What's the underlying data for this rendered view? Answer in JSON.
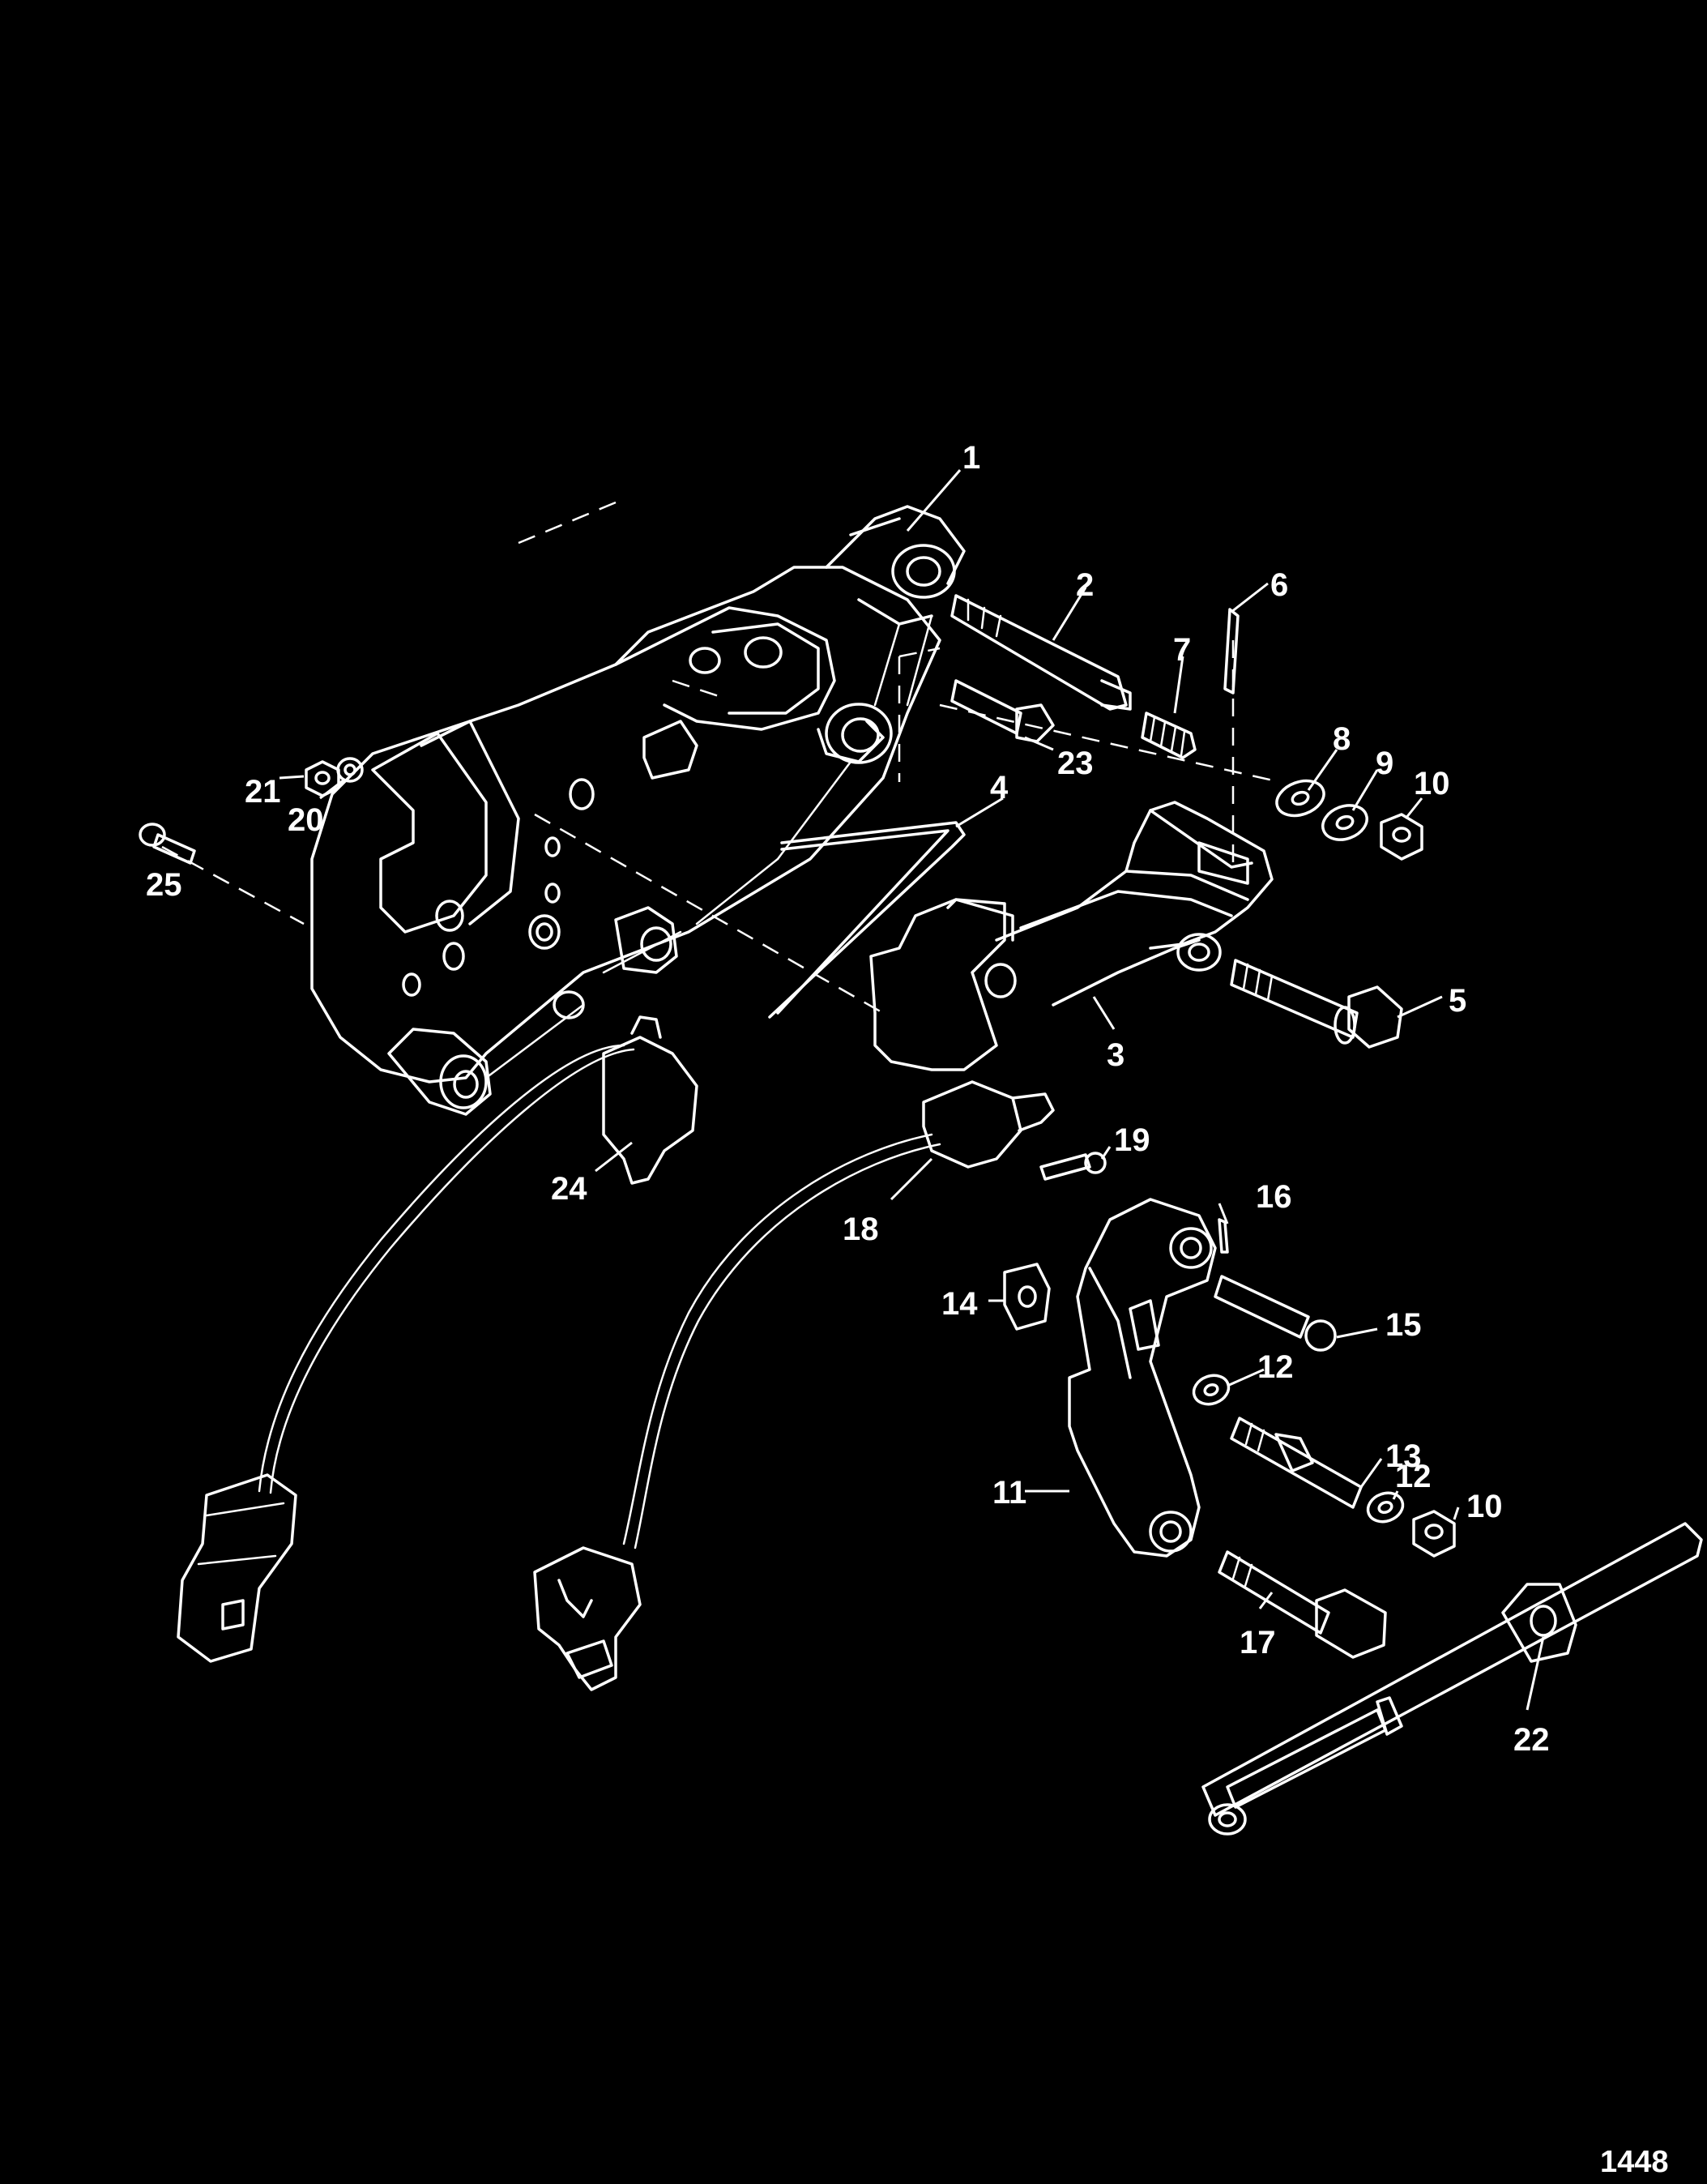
{
  "diagram": {
    "figure_number": "1448",
    "callouts": {
      "c1": "1",
      "c2": "2",
      "c3": "3",
      "c4": "4",
      "c5": "5",
      "c6": "6",
      "c7": "7",
      "c8": "8",
      "c9": "9",
      "c10a": "10",
      "c10b": "10",
      "c11": "11",
      "c12a": "12",
      "c12b": "12",
      "c13": "13",
      "c14": "14",
      "c15": "15",
      "c16": "16",
      "c17": "17",
      "c18": "18",
      "c19": "19",
      "c20": "20",
      "c21": "21",
      "c22": "22",
      "c23": "23",
      "c24": "24",
      "c25": "25"
    }
  }
}
